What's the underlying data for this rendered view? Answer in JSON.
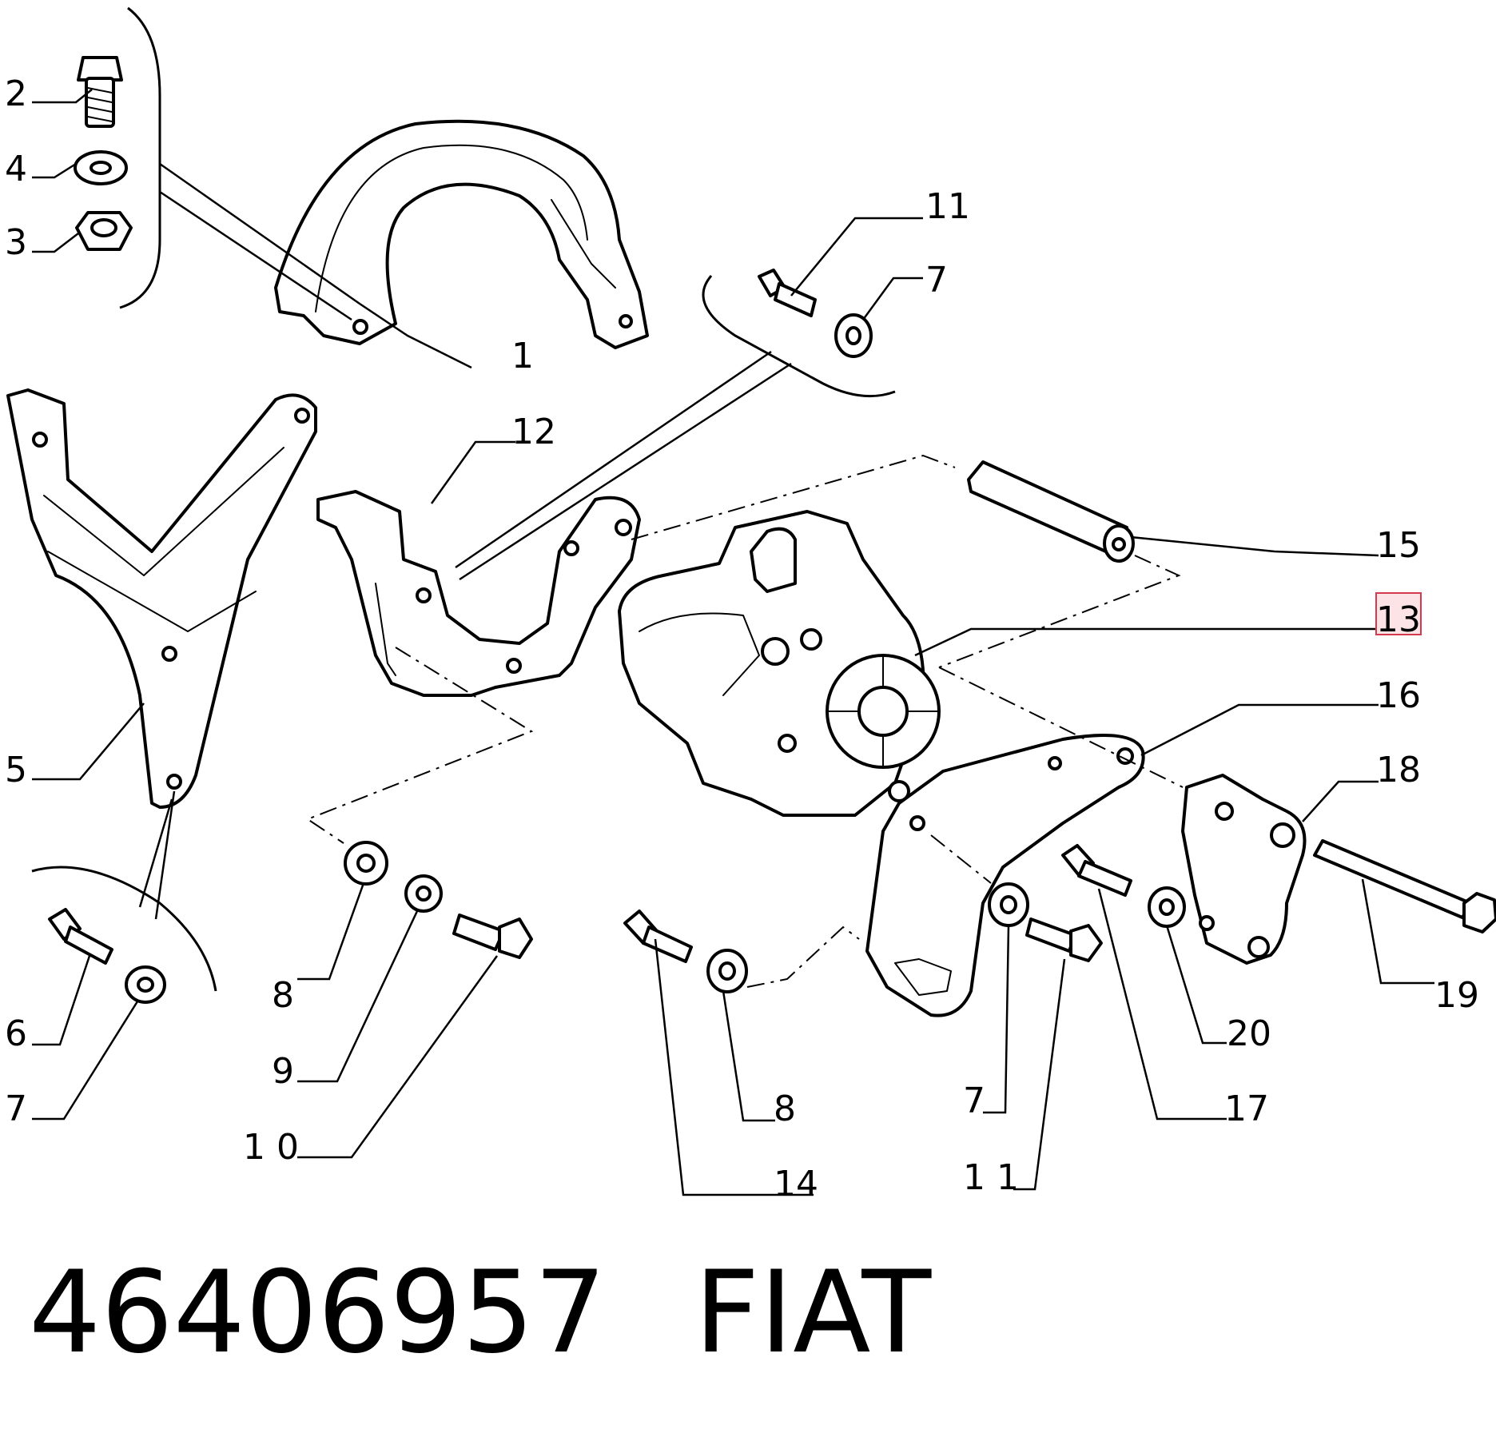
{
  "callouts": {
    "c1": "1",
    "c2": "2",
    "c3": "3",
    "c4": "4",
    "c5": "5",
    "c6": "6",
    "c7a": "7",
    "c7b": "7",
    "c7c": "7",
    "c8a": "8",
    "c8b": "8",
    "c9": "9",
    "c10": "1 0",
    "c11a": "11",
    "c11b": "1 1",
    "c12": "12",
    "c13": "13",
    "c14": "14",
    "c15": "15",
    "c16": "16",
    "c17": "17",
    "c18": "18",
    "c19": "19",
    "c20": "20"
  },
  "highlight_callout": "13",
  "colors": {
    "highlight_fill": "#fbe3e6",
    "highlight_stroke": "#d33a4d",
    "line": "#000000"
  },
  "footer": {
    "part_number": "46406957",
    "brand": "FIAT"
  }
}
